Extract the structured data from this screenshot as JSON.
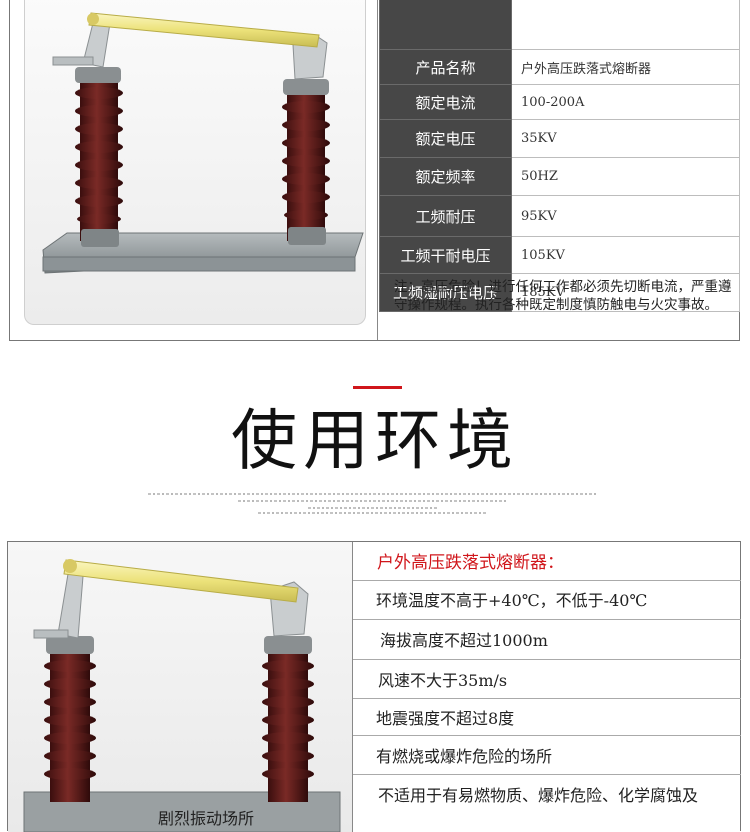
{
  "spec_table": {
    "rows": [
      {
        "key": "",
        "value": ""
      },
      {
        "key": "产品名称",
        "value": "户外高压跌落式熔断器"
      },
      {
        "key": "额定电流",
        "value": "100-200A"
      },
      {
        "key": "额定电压",
        "value": "35KV"
      },
      {
        "key": "额定频率",
        "value": "50HZ"
      },
      {
        "key": "工频耐压",
        "value": "95KV"
      },
      {
        "key": "工频干耐电压",
        "value": "105KV"
      },
      {
        "key": "工频湿耐压电压",
        "value": "185KV"
      }
    ],
    "note": "注：高压危险！进行任何工作都必须先切断电流，严重遵守操作规程。执行各种既定制度慎防触电与火灾事故。"
  },
  "section": {
    "title": "使用环境",
    "accent_color": "#d0161b"
  },
  "environment": {
    "heading": "户外高压跌落式熔断器：",
    "items": [
      "环境温度不高于+40℃，不低于-40℃",
      "海拔高度不超过1000m",
      "风速不大于35m/s",
      "地震强度不超过8度",
      "有燃烧或爆炸危险的场所",
      "不适用于有易燃物质、爆炸危险、化学腐蚀及"
    ],
    "photo_caption": "剧烈振动场所"
  },
  "colors": {
    "table_key_bg": "#474747",
    "insulator_brown": "#5a1a1a",
    "fuse_tube_yellow": "#f2ea8e",
    "base_gray": "#8c9396"
  },
  "icons": [
    "fuse-cutout-photo"
  ]
}
